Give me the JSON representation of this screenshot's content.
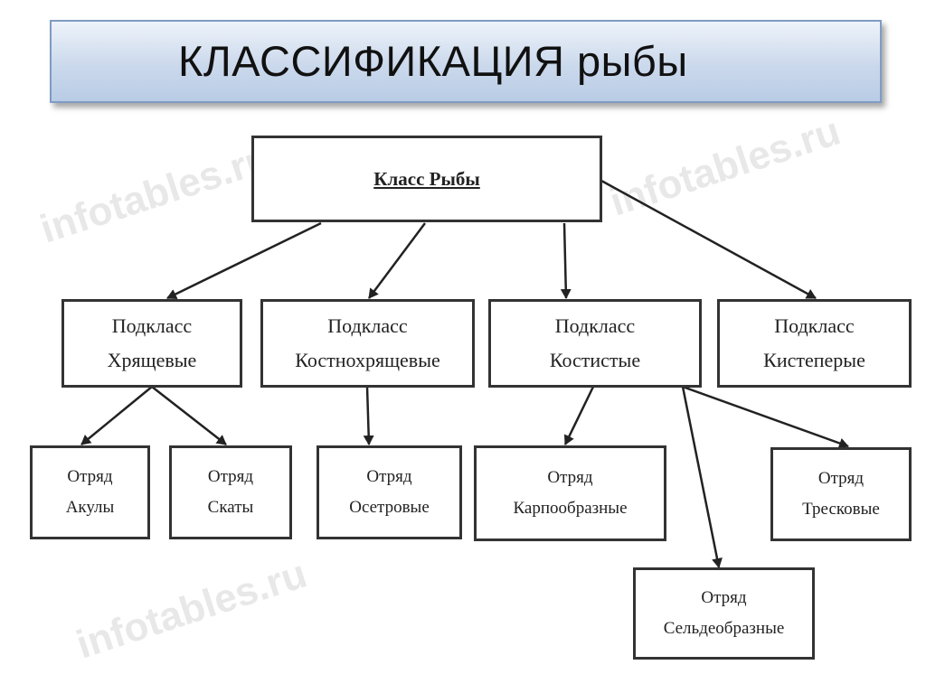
{
  "title": "КЛАССИФИКАЦИЯ рыбы",
  "watermark": "infotables.ru",
  "root": {
    "label": "Класс Рыбы"
  },
  "subclasses": [
    {
      "line1": "Подкласс",
      "line2": "Хрящевые"
    },
    {
      "line1": "Подкласс",
      "line2": "Костнохрящевые"
    },
    {
      "line1": "Подкласс",
      "line2": "Костистые"
    },
    {
      "line1": "Подкласс",
      "line2": "Кистеперые"
    }
  ],
  "orders": [
    {
      "line1": "Отряд",
      "line2": "Акулы"
    },
    {
      "line1": "Отряд",
      "line2": "Скаты"
    },
    {
      "line1": "Отряд",
      "line2": "Осетровые"
    },
    {
      "line1": "Отряд",
      "line2": "Карпообразные"
    },
    {
      "line1": "Отряд",
      "line2": "Тресковые"
    },
    {
      "line1": "Отряд",
      "line2": "Сельдеобразные"
    }
  ]
}
